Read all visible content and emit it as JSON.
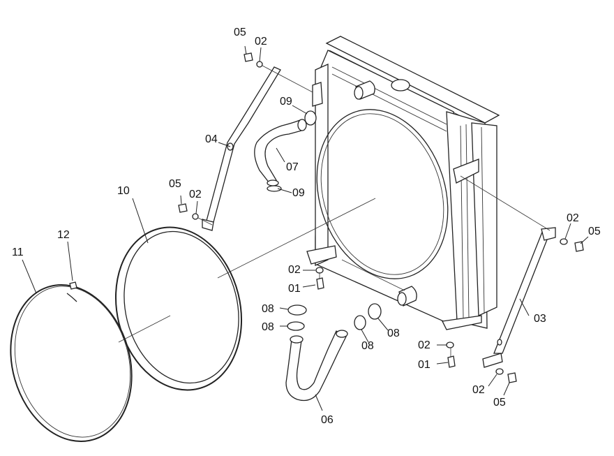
{
  "callouts": {
    "c05_top": "05",
    "c02_top": "02",
    "c09_top": "09",
    "c04": "04",
    "c07": "07",
    "c09_mid": "09",
    "c05_left": "05",
    "c02_left": "02",
    "c10": "10",
    "c12": "12",
    "c11": "11",
    "c02_center": "02",
    "c01_center": "01",
    "c08_a": "08",
    "c08_b": "08",
    "c08_c": "08",
    "c08_d": "08",
    "c06": "06",
    "c02_right": "02",
    "c05_right": "05",
    "c03": "03",
    "c02_lower": "02",
    "c01_lower": "01",
    "c02_bottom": "02",
    "c05_bottom": "05"
  }
}
